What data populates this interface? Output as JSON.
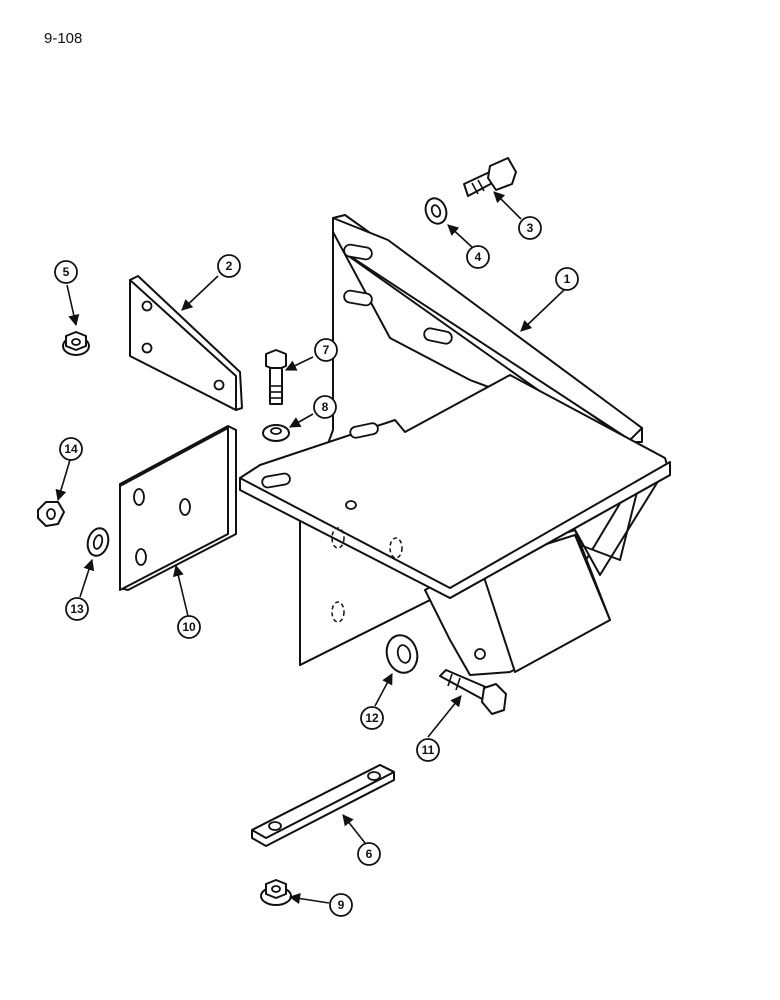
{
  "page_number": "9-108",
  "callouts": [
    {
      "id": "c1",
      "label": "1"
    },
    {
      "id": "c2",
      "label": "2"
    },
    {
      "id": "c3",
      "label": "3"
    },
    {
      "id": "c4",
      "label": "4"
    },
    {
      "id": "c5",
      "label": "5"
    },
    {
      "id": "c6",
      "label": "6"
    },
    {
      "id": "c7",
      "label": "7"
    },
    {
      "id": "c8",
      "label": "8"
    },
    {
      "id": "c9",
      "label": "9"
    },
    {
      "id": "c10",
      "label": "10"
    },
    {
      "id": "c11",
      "label": "11"
    },
    {
      "id": "c12",
      "label": "12"
    },
    {
      "id": "c13",
      "label": "13"
    },
    {
      "id": "c14",
      "label": "14"
    }
  ]
}
